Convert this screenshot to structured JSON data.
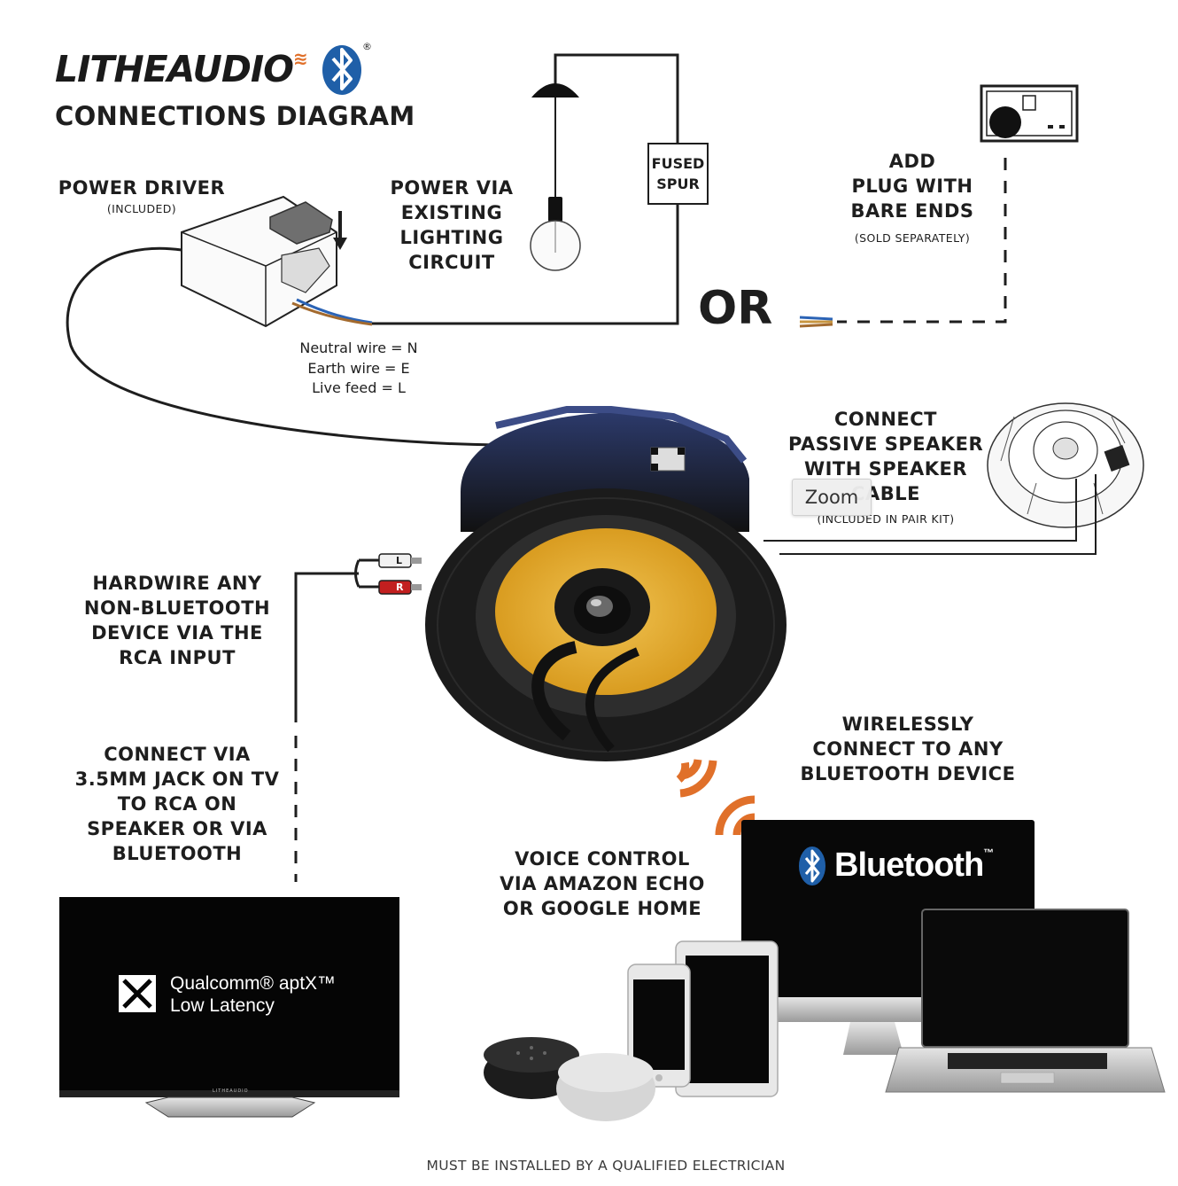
{
  "brand": {
    "name": "LITHEAUDIO",
    "registered_mark": "®"
  },
  "title": "CONNECTIONS DIAGRAM",
  "labels": {
    "power_driver": "POWER DRIVER",
    "power_driver_note": "(INCLUDED)",
    "power_via": [
      "POWER VIA",
      "EXISTING",
      "LIGHTING",
      "CIRCUIT"
    ],
    "fused_spur": [
      "FUSED",
      "SPUR"
    ],
    "add_plug": [
      "ADD",
      "PLUG WITH",
      "BARE ENDS"
    ],
    "add_plug_note": "(SOLD SEPARATELY)",
    "or": "OR",
    "wires": [
      "Neutral wire = N",
      "Earth wire = E",
      "Live feed = L"
    ],
    "connect_passive": [
      "CONNECT",
      "PASSIVE SPEAKER",
      "WITH SPEAKER",
      "CABLE"
    ],
    "connect_passive_note": "(INCLUDED IN PAIR KIT)",
    "hardwire": [
      "HARDWIRE ANY",
      "NON-BLUETOOTH",
      "DEVICE VIA THE",
      "RCA INPUT"
    ],
    "connect_via": [
      "CONNECT VIA",
      "3.5MM JACK ON TV",
      "TO RCA ON",
      "SPEAKER OR VIA",
      "BLUETOOTH"
    ],
    "wirelessly": [
      "WIRELESSLY",
      "CONNECT TO ANY",
      "BLUETOOTH DEVICE"
    ],
    "voice_control": [
      "VOICE CONTROL",
      "VIA AMAZON ECHO",
      "OR GOOGLE HOME"
    ],
    "footer": "MUST BE INSTALLED BY A QUALIFIED ELECTRICIAN"
  },
  "rca": {
    "left": "L",
    "right": "R"
  },
  "tv_screen": {
    "line1": "Qualcomm® aptX™",
    "line2": "Low Latency",
    "badge": "LITHEAUDIO"
  },
  "monitor_screen": {
    "text": "Bluetooth",
    "mark": "™"
  },
  "tooltip": {
    "label": "Zoom"
  },
  "colors": {
    "accent_orange": "#e0702a",
    "speaker_cone": "#e9b43a",
    "speaker_body": "#1b1b1b",
    "text": "#1e1e1e",
    "bluetooth_blue": "#1f5fa8"
  }
}
